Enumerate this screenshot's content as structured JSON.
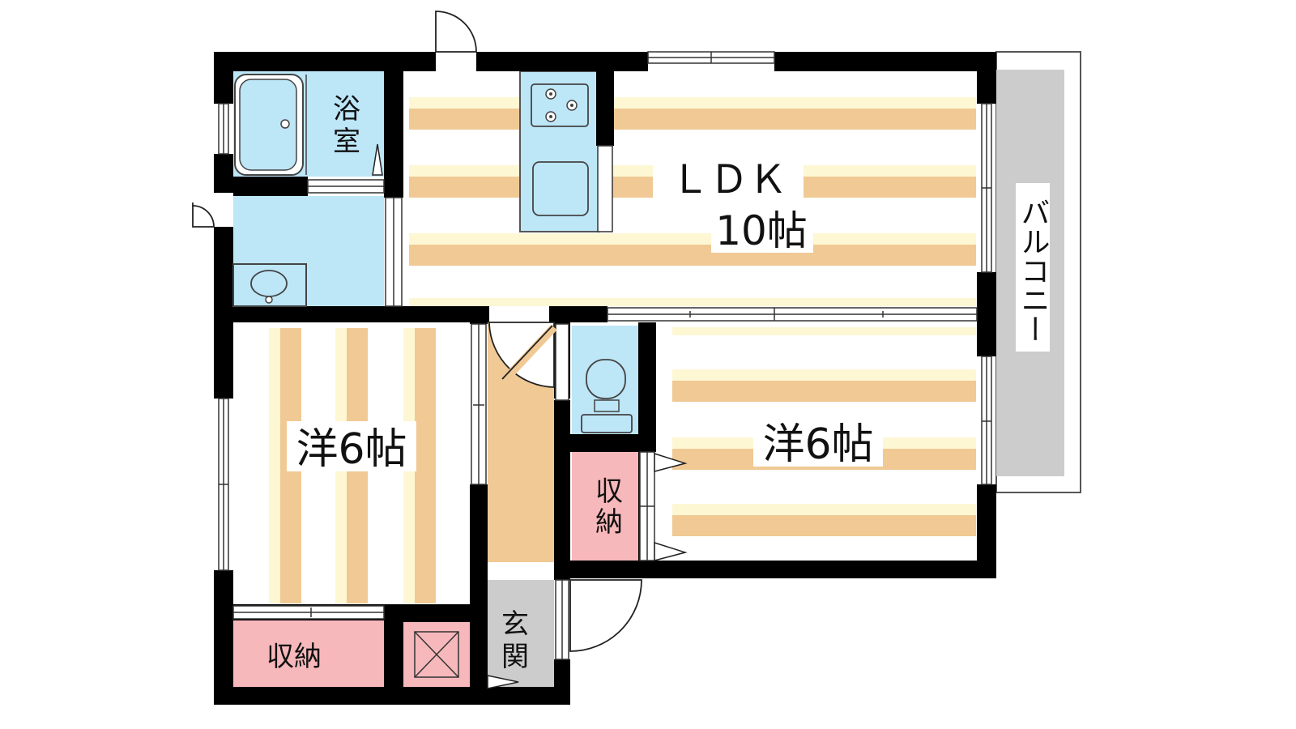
{
  "floor_plan": {
    "colors": {
      "wall": "#000000",
      "wet_area": "#bde6f7",
      "storage": "#f7b8bb",
      "hall_floor": "#f0c994",
      "balcony": "#cccccc",
      "stripe_a": "#f0c994",
      "stripe_b": "#fdf7d4",
      "entrance_floor": "#cccccc"
    },
    "rooms": {
      "ldk": {
        "name": "ＬＤＫ",
        "size": "10帖"
      },
      "bath": {
        "line1": "浴",
        "line2": "室"
      },
      "west_room_left": {
        "label": "洋6帖"
      },
      "west_room_right": {
        "label": "洋6帖"
      },
      "storage_left": {
        "label": "収納"
      },
      "storage_right": {
        "line1": "収",
        "line2": "納"
      },
      "entrance": {
        "line1": "玄",
        "line2": "関"
      },
      "balcony": {
        "label": "バルコニー"
      }
    },
    "icons": [
      "stove-icon",
      "sink-icon",
      "bathtub-icon",
      "washbasin-icon",
      "toilet-icon",
      "storage-box-icon",
      "door-swing-icon"
    ]
  }
}
